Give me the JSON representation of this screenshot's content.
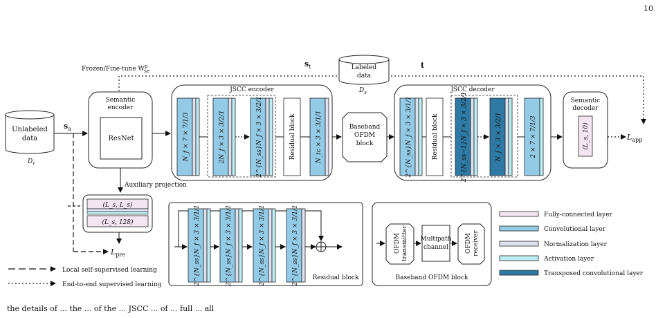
{
  "page_number": "10",
  "caption_fragment": "the details of ... the ... of the ... JSCC ... of ... full ... all",
  "colors": {
    "fully_connected": "#f3e6f1",
    "convolutional": "#93cbe7",
    "normalization": "#dde1f0",
    "activation": "#bdeef3",
    "transposed_conv": "#2e7aa4",
    "box_stroke": "#222222"
  },
  "top": {
    "frozen_label": "Frozen/Fine-tune W",
    "frozen_sup": "p",
    "frozen_sub": "se",
    "st_label": "s",
    "st_sub": "t",
    "t_label": "t"
  },
  "datasets": {
    "unlabeled": {
      "line1": "Unlabeled",
      "line2": "data",
      "caption": "D",
      "caption_sub": "r"
    },
    "labeled": {
      "line1": "Labeled",
      "line2": "data",
      "caption": "D",
      "caption_sub": "s"
    }
  },
  "sa_label": "s",
  "sa_sub": "a",
  "semantic_encoder": {
    "title_line1": "Semantic",
    "title_line2": "encoder",
    "resnet": "ResNet"
  },
  "auxiliary": {
    "title": "Auxiliary projection",
    "layer1": "(L_s, L_s)",
    "layer2": "(L_s, 128)",
    "loss": "L",
    "loss_sub": "pre"
  },
  "jscc_encoder": {
    "title": "JSCC encoder",
    "layers": [
      "N_f × 7 × 7/1/3",
      "2N_f × 3 × 3/2/1",
      "2^{N_ss}N_f × 3 × 3/2/1"
    ],
    "residual": "Residual block",
    "last": "N_tc × 3 × 3/1/1"
  },
  "baseband": {
    "line1": "Baseband",
    "line2": "OFDM",
    "line3": "block"
  },
  "jscc_decoder": {
    "title": "JSCC decoder",
    "first": "2^{N_ss}N_f × 3 × 3/1/1",
    "residual": "Residual block",
    "layers": [
      "2^{N_ss−1}N_f × 3 × 3/2/1",
      "N_f × 3 × 3/2/1"
    ],
    "last": "2 × 7 × 7/1/3"
  },
  "semantic_decoder": {
    "title_line1": "Semantic",
    "title_line2": "decoder",
    "layer": "(L_s, 10)"
  },
  "loss_app": "L",
  "loss_app_sub": "app",
  "residual_block": {
    "title": "Residual block",
    "layers": [
      "2^{N_ss}N_f × 3 × 3/1/1",
      "2^{N_ss}N_f × 3 × 3/1/1",
      "2^{N_ss}N_f × 3 × 3/1/1",
      "2^{N_ss}N_f × 3 × 3/1/1"
    ]
  },
  "ofdm_block": {
    "title": "Baseband OFDM block",
    "transmitter": [
      "OFDM",
      "transmitter"
    ],
    "channel": [
      "Multipath",
      "channel"
    ],
    "receiver": [
      "OFDM",
      "receiver"
    ]
  },
  "legend": [
    {
      "label": "Fully-connected layer",
      "color": "#f3e6f1"
    },
    {
      "label": "Convolutional layer",
      "color": "#93cbe7"
    },
    {
      "label": "Normalization layer",
      "color": "#dde1f0"
    },
    {
      "label": "Activation layer",
      "color": "#bdeef3"
    },
    {
      "label": "Transposed convolutional layer",
      "color": "#2e7aa4"
    }
  ],
  "learning_legend": {
    "local": "Local self-supervised learning",
    "e2e": "End-to-end supervised learning"
  }
}
